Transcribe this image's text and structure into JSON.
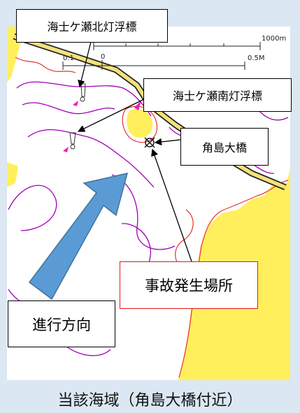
{
  "labels": {
    "north_buoy": "海士ケ瀬北灯浮標",
    "south_buoy": "海士ケ瀬南灯浮標",
    "bridge": "角島大橋",
    "accident_site": "事故発生場所",
    "travel_direction": "進行方向"
  },
  "scale": {
    "upper_end": "1000m",
    "lower_start": "0.1",
    "lower_zero": "0",
    "lower_end": "0.5M"
  },
  "caption": "当該海域（角島大橋付近）",
  "colors": {
    "sea": "#ffffff",
    "land": "#ffef5c",
    "bridge": "#f4e27a",
    "depth_contour": "#a000b4",
    "shoreline": "#e63232",
    "arrow": "#5b9bd5",
    "accident_border": "#e11111"
  }
}
